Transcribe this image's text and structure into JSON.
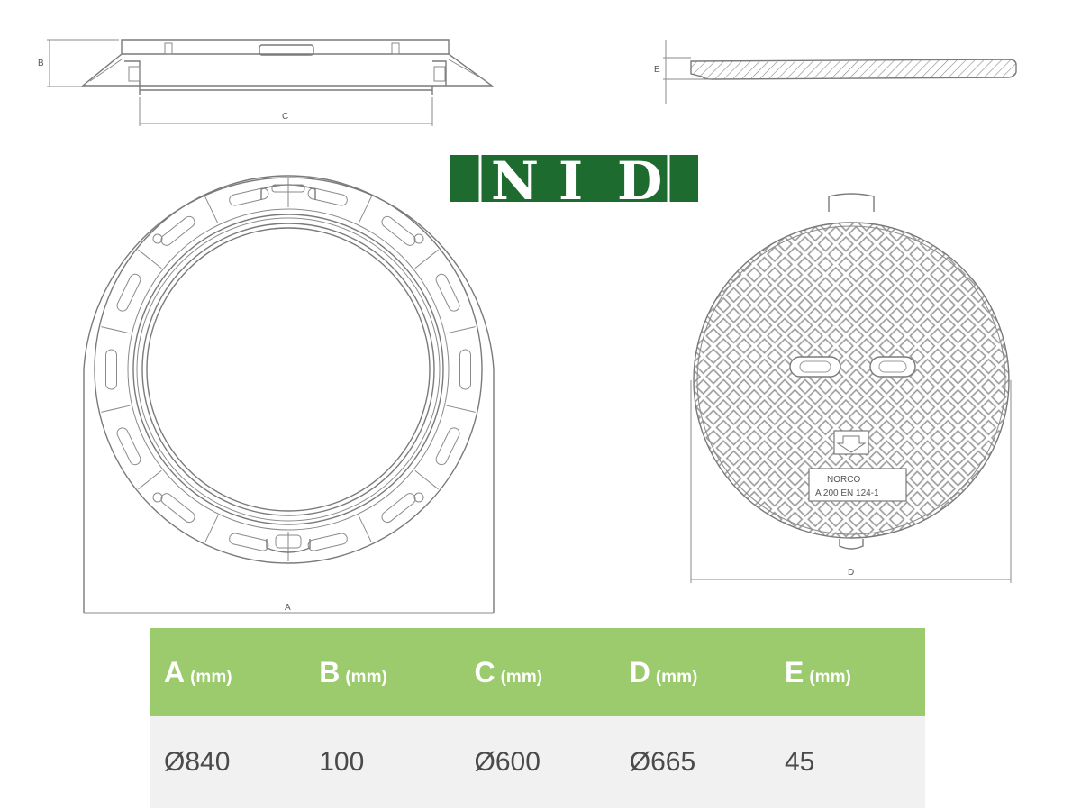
{
  "logo": {
    "letters": [
      "N",
      "I",
      "D"
    ],
    "color": "#1e6b2f"
  },
  "labels": {
    "dim_a": "A",
    "dim_b": "B",
    "dim_c": "C",
    "dim_d": "D",
    "dim_e": "E",
    "cover_text_1": "NORCO",
    "cover_text_2": "A 200 EN 124-1"
  },
  "table": {
    "header_color": "#9ccb6d",
    "columns": [
      {
        "letter": "A",
        "unit": "(mm)",
        "value": "Ø840"
      },
      {
        "letter": "B",
        "unit": "(mm)",
        "value": "100"
      },
      {
        "letter": "C",
        "unit": "(mm)",
        "value": "Ø600"
      },
      {
        "letter": "D",
        "unit": "(mm)",
        "value": "Ø665"
      },
      {
        "letter": "E",
        "unit": "(mm)",
        "value": "45"
      }
    ]
  }
}
